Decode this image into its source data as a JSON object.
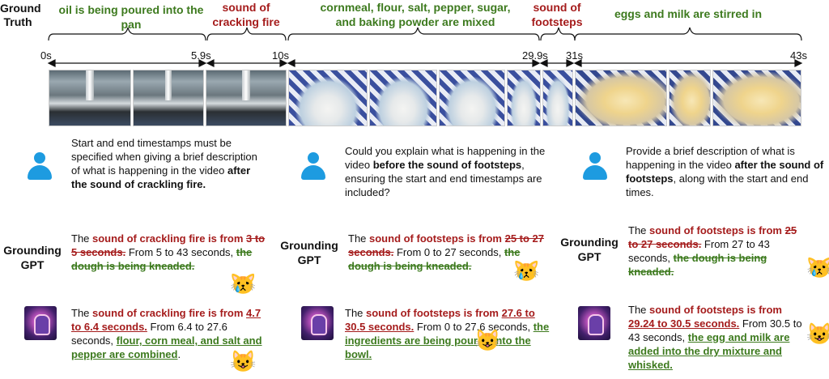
{
  "ground_truth_label": "Ground Truth",
  "segments": [
    {
      "text": "oil is being poured into the pan",
      "color": "green"
    },
    {
      "text": "sound of cracking fire",
      "color": "red"
    },
    {
      "text": "cornmeal, flour, salt, pepper, sugar, and baking powder are mixed",
      "color": "green"
    },
    {
      "text": "sound of footsteps",
      "color": "red"
    },
    {
      "text": "eggs and milk are stirred in",
      "color": "green"
    }
  ],
  "ticks": [
    "0s",
    "5.9s",
    "10s",
    "29.9s",
    "31s",
    "43s"
  ],
  "questions": [
    {
      "plain1": "Start and end timestamps must be specified when giving a brief description of what is happening in the video ",
      "bold": "after the sound of crackling fire.",
      "plain2": ""
    },
    {
      "plain1": "Could you explain what is happening in the video ",
      "bold": "before the sound of footsteps",
      "plain2": ", ensuring the start and end timestamps are included?"
    },
    {
      "plain1": "Provide a brief description of what is happening in the video ",
      "bold": "after the sound of footsteps",
      "plain2": ", along with the start and end times."
    }
  ],
  "model_name": "Grounding GPT",
  "grounding_answers": [
    {
      "p1": "The ",
      "red": "sound of crackling fire is from",
      "strike_red": "3 to 5 seconds.",
      "p2": " From 5 to 43 seconds, ",
      "strike_green": "the dough is being kneaded."
    },
    {
      "p1": "The ",
      "red": "sound of footsteps is from",
      "strike_red": "25 to 27 seconds.",
      "p2": " From 0 to 27 seconds, ",
      "strike_green": "the dough is being kneaded."
    },
    {
      "p1": "The ",
      "red": "sound of footsteps is from",
      "strike_red": "25 to 27 seconds.",
      "p2": " From 27 to 43 seconds, ",
      "strike_green": "the dough is being kneaded."
    }
  ],
  "ours_answers": [
    {
      "p1": "The ",
      "red": "sound of crackling fire is from",
      "ul_red": "4.7 to 6.4 seconds.",
      "p2": " From 6.4 to 27.6 seconds, ",
      "ul_green": "flour, corn meal, and salt and pepper are combined",
      "p3": "."
    },
    {
      "p1": "The ",
      "red": "sound of footsteps is from",
      "ul_red": "27.6 to 30.5 seconds.",
      "p2": " From 0 to 27.6 seconds, ",
      "ul_green": "the ingredients are being poured into the bowl.",
      "p3": ""
    },
    {
      "p1": "The ",
      "red": "sound of footsteps is from",
      "ul_red": "29.24 to 30.5 seconds.",
      "p2": " From 30.5 to 43 seconds, ",
      "ul_green": "the egg and milk are added into the dry mixture and whisked.",
      "p3": ""
    }
  ],
  "emoji": {
    "sad": "😿",
    "happy": "😺"
  },
  "colors": {
    "green": "#3d7a1e",
    "red": "#a51c1c",
    "user_icon": "#1d9be0"
  }
}
